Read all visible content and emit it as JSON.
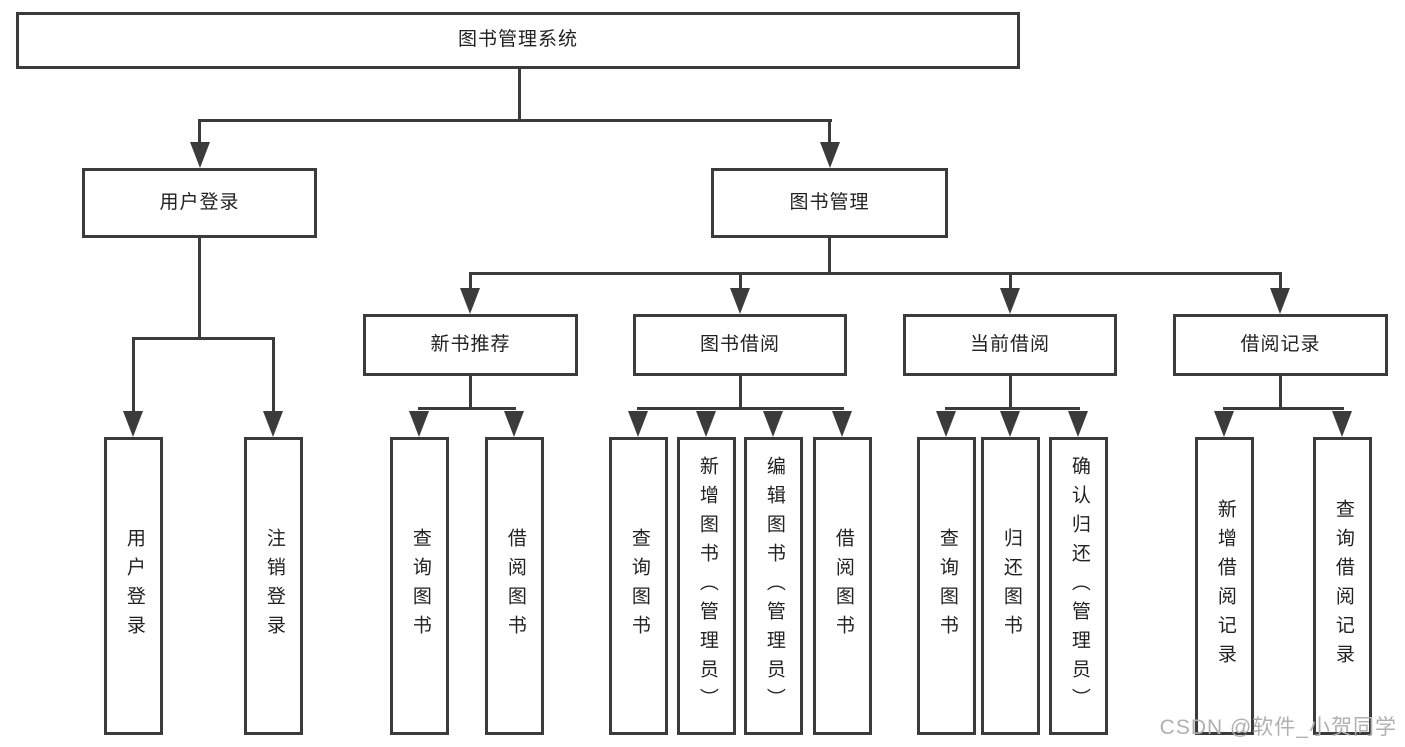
{
  "colors": {
    "line": "#3b3b3b",
    "text": "#222222",
    "watermark": "#b0b0b0",
    "background": "#ffffff"
  },
  "diagram": {
    "root": {
      "label": "图书管理系统"
    },
    "level2": {
      "login": {
        "label": "用户登录"
      },
      "management": {
        "label": "图书管理"
      }
    },
    "level3": {
      "recommend": {
        "label": "新书推荐"
      },
      "borrowing": {
        "label": "图书借阅"
      },
      "current": {
        "label": "当前借阅"
      },
      "records": {
        "label": "借阅记录"
      }
    },
    "leaves": {
      "user_login": {
        "label": "用户登录"
      },
      "logout": {
        "label": "注销登录"
      },
      "rec_query": {
        "label": "查询图书"
      },
      "rec_borrow": {
        "label": "借阅图书"
      },
      "bor_query": {
        "label": "查询图书"
      },
      "bor_add": {
        "label": "新增图书（管理员）"
      },
      "bor_edit": {
        "label": "编辑图书（管理员）"
      },
      "bor_lend": {
        "label": "借阅图书"
      },
      "cur_query": {
        "label": "查询图书"
      },
      "cur_return": {
        "label": "归还图书"
      },
      "cur_confirm": {
        "label": "确认归还（管理员）"
      },
      "rec2_add": {
        "label": "新增借阅记录"
      },
      "rec2_query": {
        "label": "查询借阅记录"
      }
    }
  },
  "watermark": {
    "text": "CSDN @软件_小贺同学"
  }
}
